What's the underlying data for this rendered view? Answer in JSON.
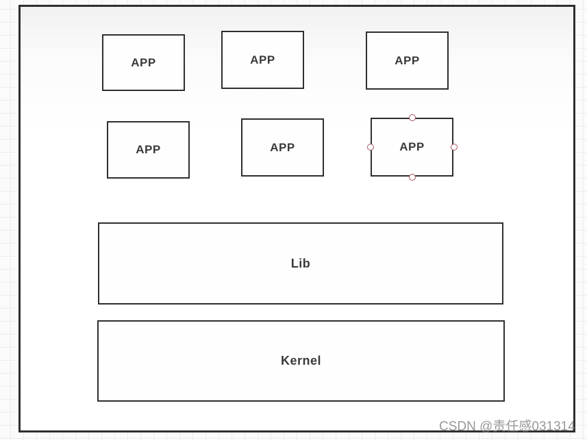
{
  "diagram": {
    "app_boxes": [
      {
        "label": "APP",
        "row": 1,
        "selected": false
      },
      {
        "label": "APP",
        "row": 1,
        "selected": false
      },
      {
        "label": "APP",
        "row": 1,
        "selected": false
      },
      {
        "label": "APP",
        "row": 2,
        "selected": false
      },
      {
        "label": "APP",
        "row": 2,
        "selected": false
      },
      {
        "label": "APP",
        "row": 2,
        "selected": true
      }
    ],
    "lib_box": {
      "label": "Lib"
    },
    "kernel_box": {
      "label": "Kernel"
    },
    "selection": {
      "handle_positions": [
        "top",
        "right",
        "bottom",
        "left"
      ],
      "handle_color": "#a3545a"
    },
    "colors": {
      "shape_border": "#2e2e2e",
      "canvas_border": "#2e2e2e",
      "label_text": "#3a3a3a",
      "grid_line": "#ececec"
    }
  },
  "watermark": {
    "text": "CSDN @责任感031314",
    "color": "#7d7d7d"
  }
}
